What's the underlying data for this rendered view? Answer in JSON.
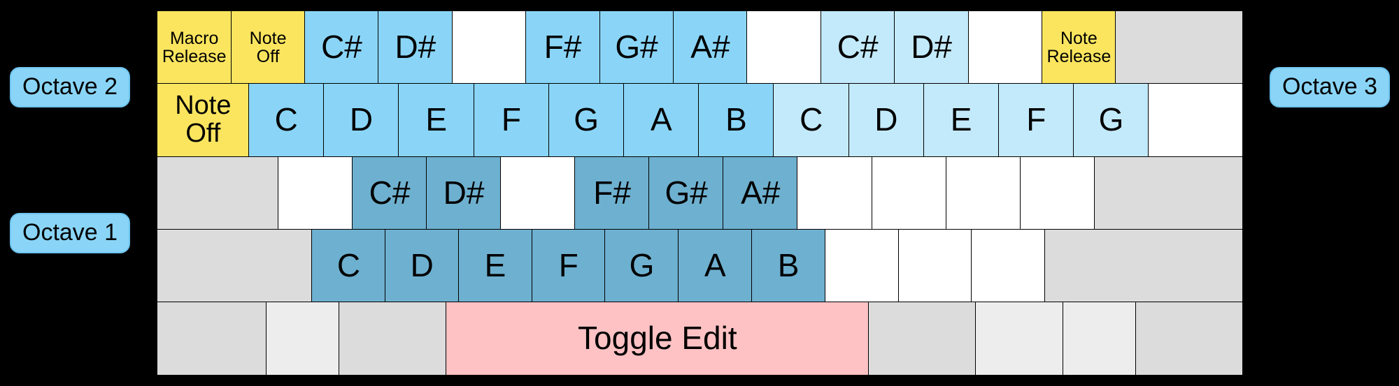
{
  "background_color": "#000000",
  "labels": {
    "octave_2": "Octave 2",
    "octave_1": "Octave 1",
    "octave_3": "Octave 3"
  },
  "colors": {
    "pill": "#8ad5f7",
    "yellow_action": "#fbe55f",
    "octave2_key": "#8ad5f7",
    "octave3_key": "#c3eafb",
    "octave1_key": "#6eb0cf",
    "toggle_edit": "#ffc2c4",
    "blank_gray": "#dcdcdc",
    "blank_white": "#ffffff"
  },
  "keyboard": {
    "rows": [
      {
        "name": "row-number",
        "keys": [
          {
            "label": "Macro\nRelease",
            "style": "k-yellow",
            "size": "small-lbl",
            "w": 1.0
          },
          {
            "label": "Note\nOff",
            "style": "k-yellow",
            "size": "small-lbl",
            "w": 1.0
          },
          {
            "label": "C#",
            "style": "k-sky",
            "size": "",
            "w": 1.0
          },
          {
            "label": "D#",
            "style": "k-sky",
            "size": "",
            "w": 1.0
          },
          {
            "label": "",
            "style": "k-white",
            "size": "",
            "w": 1.0
          },
          {
            "label": "F#",
            "style": "k-sky",
            "size": "",
            "w": 1.0
          },
          {
            "label": "G#",
            "style": "k-sky",
            "size": "",
            "w": 1.0
          },
          {
            "label": "A#",
            "style": "k-sky",
            "size": "",
            "w": 1.0
          },
          {
            "label": "",
            "style": "k-white",
            "size": "",
            "w": 1.0
          },
          {
            "label": "C#",
            "style": "k-lightblue",
            "size": "",
            "w": 1.0
          },
          {
            "label": "D#",
            "style": "k-lightblue",
            "size": "",
            "w": 1.0
          },
          {
            "label": "",
            "style": "k-white",
            "size": "",
            "w": 1.0
          },
          {
            "label": "Note\nRelease",
            "style": "k-yellow",
            "size": "small-lbl",
            "w": 1.0
          },
          {
            "label": "",
            "style": "k-gray",
            "size": "",
            "w": 1.72
          }
        ]
      },
      {
        "name": "row-qwerty",
        "keys": [
          {
            "label": "Note\nOff",
            "style": "k-yellow",
            "size": "med-lbl",
            "w": 1.22
          },
          {
            "label": "C",
            "style": "k-sky",
            "size": "",
            "w": 1.0
          },
          {
            "label": "D",
            "style": "k-sky",
            "size": "",
            "w": 1.0
          },
          {
            "label": "E",
            "style": "k-sky",
            "size": "",
            "w": 1.0
          },
          {
            "label": "F",
            "style": "k-sky",
            "size": "",
            "w": 1.0
          },
          {
            "label": "G",
            "style": "k-sky",
            "size": "",
            "w": 1.0
          },
          {
            "label": "A",
            "style": "k-sky",
            "size": "",
            "w": 1.0
          },
          {
            "label": "B",
            "style": "k-sky",
            "size": "",
            "w": 1.0
          },
          {
            "label": "C",
            "style": "k-lightblue",
            "size": "",
            "w": 1.0
          },
          {
            "label": "D",
            "style": "k-lightblue",
            "size": "",
            "w": 1.0
          },
          {
            "label": "E",
            "style": "k-lightblue",
            "size": "",
            "w": 1.0
          },
          {
            "label": "F",
            "style": "k-lightblue",
            "size": "",
            "w": 1.0
          },
          {
            "label": "G",
            "style": "k-lightblue",
            "size": "",
            "w": 1.0
          },
          {
            "label": "",
            "style": "k-white",
            "size": "",
            "w": 1.25
          }
        ]
      },
      {
        "name": "row-asdf",
        "keys": [
          {
            "label": "",
            "style": "k-gray",
            "size": "",
            "w": 1.52
          },
          {
            "label": "",
            "style": "k-white",
            "size": "",
            "w": 0.93
          },
          {
            "label": "C#",
            "style": "k-steel",
            "size": "",
            "w": 0.93
          },
          {
            "label": "D#",
            "style": "k-steel",
            "size": "",
            "w": 0.93
          },
          {
            "label": "",
            "style": "k-white",
            "size": "",
            "w": 0.93
          },
          {
            "label": "F#",
            "style": "k-steel",
            "size": "",
            "w": 0.93
          },
          {
            "label": "G#",
            "style": "k-steel",
            "size": "",
            "w": 0.93
          },
          {
            "label": "A#",
            "style": "k-steel",
            "size": "",
            "w": 0.93
          },
          {
            "label": "",
            "style": "k-white",
            "size": "",
            "w": 0.93
          },
          {
            "label": "",
            "style": "k-white",
            "size": "",
            "w": 0.93
          },
          {
            "label": "",
            "style": "k-white",
            "size": "",
            "w": 0.93
          },
          {
            "label": "",
            "style": "k-white",
            "size": "",
            "w": 0.93
          },
          {
            "label": "",
            "style": "k-gray",
            "size": "",
            "w": 1.86
          }
        ]
      },
      {
        "name": "row-zxcv",
        "keys": [
          {
            "label": "",
            "style": "k-gray",
            "size": "",
            "w": 1.84
          },
          {
            "label": "C",
            "style": "k-steel",
            "size": "",
            "w": 0.87
          },
          {
            "label": "D",
            "style": "k-steel",
            "size": "",
            "w": 0.87
          },
          {
            "label": "E",
            "style": "k-steel",
            "size": "",
            "w": 0.87
          },
          {
            "label": "F",
            "style": "k-steel",
            "size": "",
            "w": 0.87
          },
          {
            "label": "G",
            "style": "k-steel",
            "size": "",
            "w": 0.87
          },
          {
            "label": "A",
            "style": "k-steel",
            "size": "",
            "w": 0.87
          },
          {
            "label": "B",
            "style": "k-steel",
            "size": "",
            "w": 0.87
          },
          {
            "label": "",
            "style": "k-white",
            "size": "",
            "w": 0.87
          },
          {
            "label": "",
            "style": "k-white",
            "size": "",
            "w": 0.87
          },
          {
            "label": "",
            "style": "k-white",
            "size": "",
            "w": 0.87
          },
          {
            "label": "",
            "style": "k-gray",
            "size": "",
            "w": 2.35
          }
        ]
      },
      {
        "name": "row-space",
        "keys": [
          {
            "label": "",
            "style": "k-gray",
            "size": "",
            "w": 1.25
          },
          {
            "label": "",
            "style": "k-gray2",
            "size": "",
            "w": 0.83
          },
          {
            "label": "",
            "style": "k-gray",
            "size": "",
            "w": 1.22
          },
          {
            "label": "Toggle Edit",
            "style": "k-pink",
            "size": "",
            "w": 4.85
          },
          {
            "label": "",
            "style": "k-gray",
            "size": "",
            "w": 1.22
          },
          {
            "label": "",
            "style": "k-gray2",
            "size": "",
            "w": 1.0
          },
          {
            "label": "",
            "style": "k-gray2",
            "size": "",
            "w": 0.83
          },
          {
            "label": "",
            "style": "k-gray",
            "size": "",
            "w": 1.22
          }
        ]
      }
    ]
  }
}
